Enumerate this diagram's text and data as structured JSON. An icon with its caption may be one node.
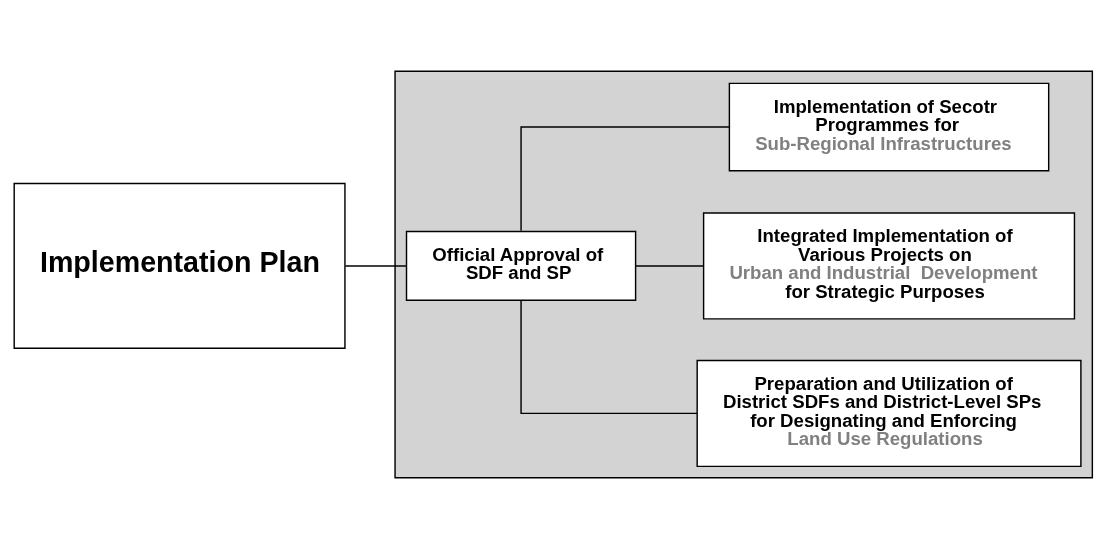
{
  "diagram": {
    "nodes": [
      {
        "text": [],
        "shape": "box"
      },
      {
        "text": [
          "Implementation Plan"
        ]
      },
      {
        "text": [
          "Official Approval of SDF and SP"
        ],
        "in": 0
      },
      {
        "text": [
          "Implementation of Secotr Programmes for",
          "Sub-Regional Infrastructures"
        ],
        "in": 0
      },
      {
        "text": [
          "Integrated Implementation of Various Projects on",
          "Urban and Industrial  Development",
          "for Strategic Purposes"
        ],
        "in": 0
      },
      {
        "text": [
          "Preparation and Utilization of District SDFs and District-Level SPs for Designating and Enforcing",
          "Land Use Regulations"
        ],
        "in": 0
      }
    ],
    "edges": [
      {
        "from": 1,
        "to": 2,
        "arrow": "none"
      },
      {
        "from": 2,
        "to": 3,
        "arrow": "none"
      },
      {
        "from": 2,
        "to": 4,
        "arrow": "none"
      },
      {
        "from": 2,
        "to": 5,
        "arrow": "none"
      }
    ]
  }
}
